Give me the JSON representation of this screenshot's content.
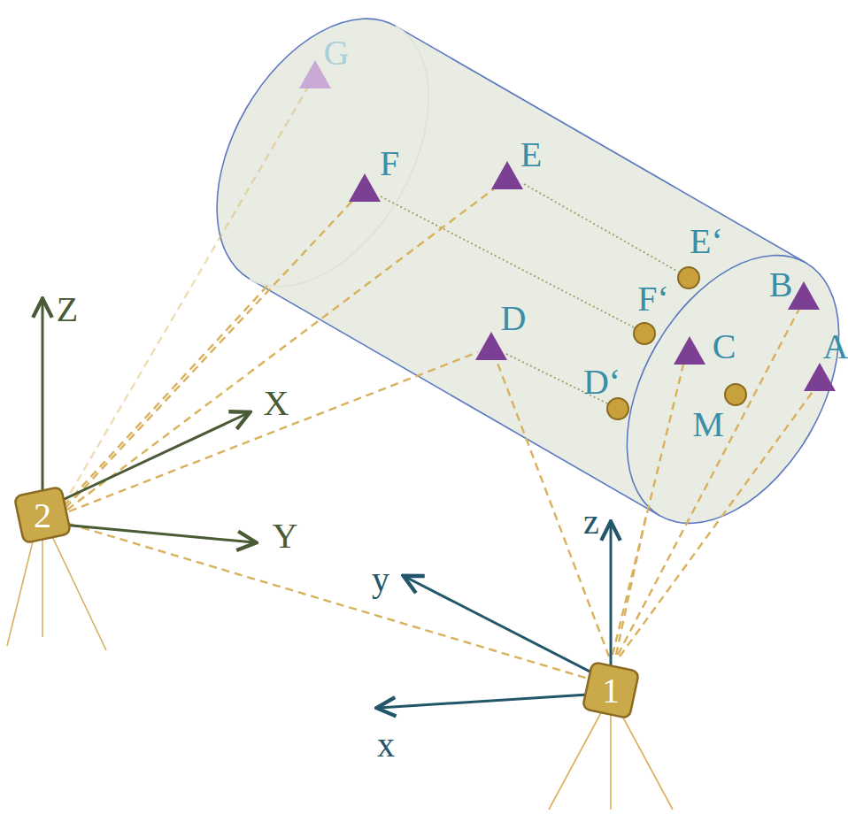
{
  "diagram": {
    "nodes": [
      {
        "text": [
          "2"
        ]
      },
      {
        "text": [
          "1"
        ]
      }
    ],
    "labels": [
      "G",
      "F",
      "E",
      "E‘",
      "B",
      "F‘",
      "D",
      "C",
      "A",
      "D‘",
      "M",
      "Z",
      "X",
      "Y",
      "z",
      "y",
      "x"
    ]
  }
}
